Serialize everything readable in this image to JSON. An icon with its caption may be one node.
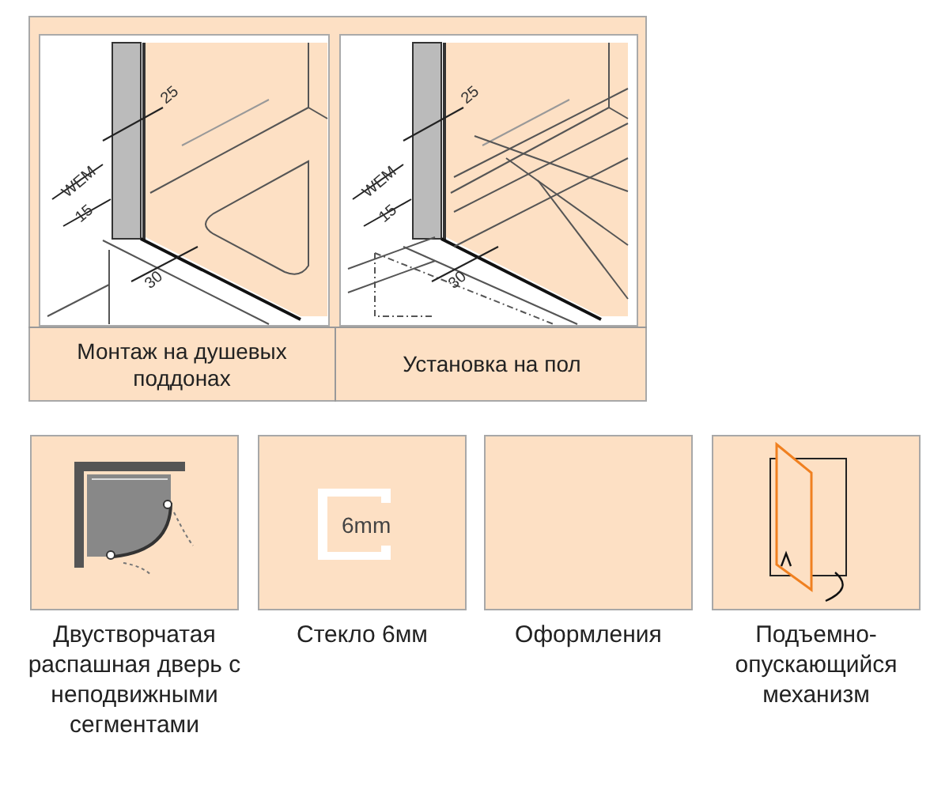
{
  "diagram": {
    "nodes": [
      {
        "text": [
          "Двустворчатая распашная дверь с неподвижными сегментами"
        ]
      },
      {
        "text": [
          "6mm",
          "Стекло 6мм"
        ]
      },
      {
        "text": [
          "Оформления"
        ]
      },
      {
        "text": [
          "Подъемно-опускающийся механизм"
        ]
      }
    ],
    "labels": [
      "25",
      "WEM",
      "15",
      "30",
      "Монтаж на душевых поддонах",
      "25",
      "WEM",
      "15",
      "30",
      "Установка на пол"
    ]
  }
}
